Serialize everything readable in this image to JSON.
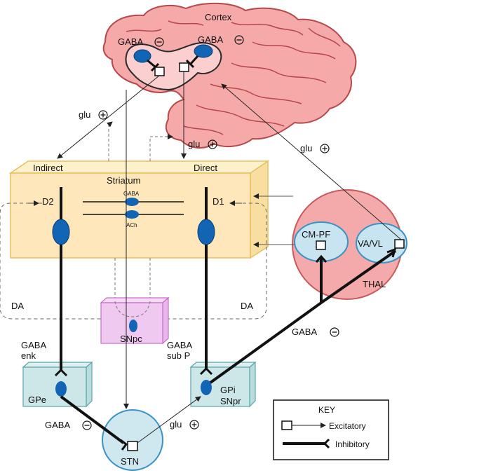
{
  "labels": {
    "cortex": "Cortex",
    "gaba_left": "GABA",
    "gaba_right": "GABA",
    "glu_left": "glu",
    "glu_center": "glu",
    "glu_right": "glu",
    "glu_stn": "glu",
    "indirect": "Indirect",
    "direct": "Direct",
    "striatum": "Striatum",
    "d2": "D2",
    "d1": "D1",
    "striatum_gaba": "GABA",
    "striatum_ach": "ACh",
    "da_left": "DA",
    "da_right": "DA",
    "snpc": "SNpc",
    "gaba_enk_1": "GABA",
    "gaba_enk_2": "enk",
    "gaba_subp_1": "GABA",
    "gaba_subp_2": "sub P",
    "gpe": "GPe",
    "gpi_1": "GPi",
    "gpi_2": "SNpr",
    "stn": "STN",
    "gaba_bottom": "GABA",
    "gaba_thal": "GABA",
    "cmpf": "CM-PF",
    "vavl": "VA/VL",
    "thal": "THAL"
  },
  "key": {
    "title": "KEY",
    "excitatory": "Excitatory",
    "inhibitory": "Inhibitory"
  },
  "colors": {
    "brain_fill": "#f5a9a9",
    "brain_stroke": "#b5484a",
    "striatum_fill": "#fde7bb",
    "striatum_stroke": "#e9c15a",
    "neuron": "#1265b5",
    "snpc_fill": "#efc9f0",
    "snpc_stroke": "#c86fcc",
    "nucleus_fill": "#cde7e9",
    "nucleus_stroke": "#5aa6ab",
    "thal_fill": "#f4aaaa",
    "thal_stroke": "#c85a5e",
    "thal_inner_fill": "#c8e4f1",
    "thal_inner_stroke": "#3a93c6",
    "stn_fill": "#cfe8f0",
    "stn_stroke": "#3a93c6"
  }
}
